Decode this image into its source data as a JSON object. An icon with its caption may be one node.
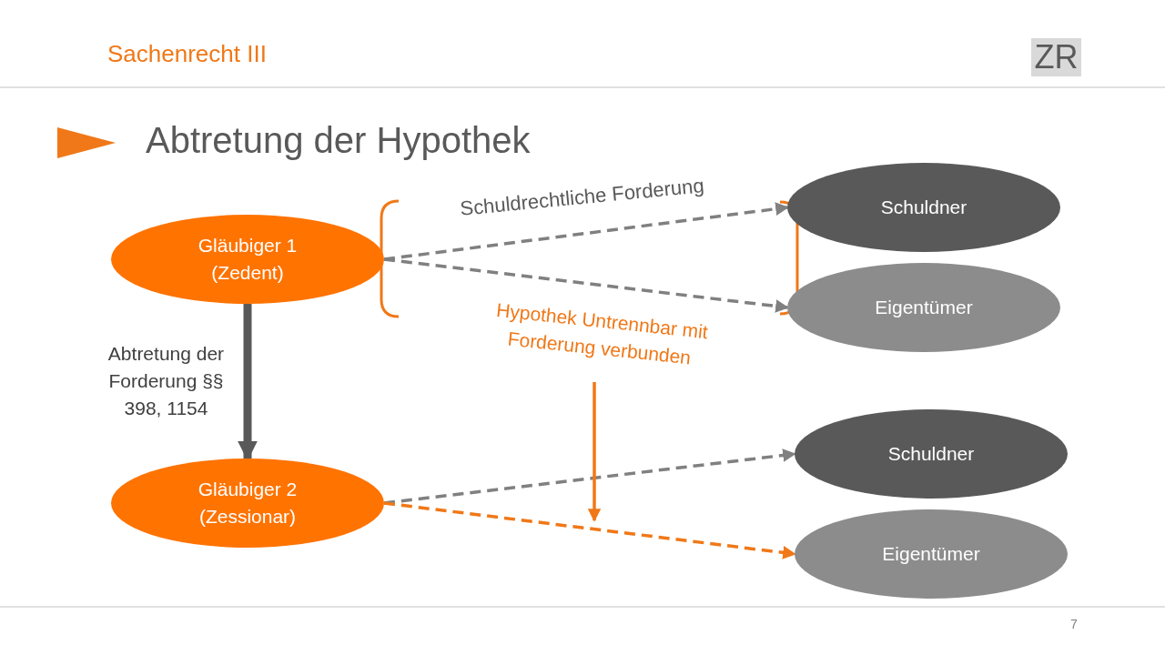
{
  "diagram": {
    "title": "Abtretung der Hypothek",
    "nodes": [
      {
        "text": [
          "Gläubiger 1 (Zedent)"
        ]
      },
      {
        "text": [
          "Schuldner"
        ]
      },
      {
        "text": [
          "Eigentümer"
        ]
      },
      {
        "text": [
          "Gläubiger 2 (Zessionar)"
        ]
      },
      {
        "text": [
          "Schuldner"
        ]
      },
      {
        "text": [
          "Eigentümer"
        ]
      },
      {
        "text": [
          "Hypothek Untrennbar mit Forderung verbunden"
        ]
      }
    ],
    "edges": [
      {
        "from": 0,
        "to": 1,
        "arrow": "to",
        "style": "dashed",
        "label": "Schuldrechtliche Forderung"
      },
      {
        "from": 0,
        "to": 2,
        "arrow": "to",
        "style": "dashed"
      },
      {
        "from": 0,
        "to": 3,
        "arrow": "to",
        "style": "thick",
        "color": "#595959",
        "label": "Abtretung der Forderung §§ 398, 1154"
      },
      {
        "from": 3,
        "to": 4,
        "arrow": "to",
        "style": "dashed"
      },
      {
        "from": 3,
        "to": 5,
        "arrow": "to",
        "style": "dashed",
        "color": "#f07818"
      },
      {
        "from": 6,
        "to": null,
        "arrow": "to",
        "color": "#f07818"
      }
    ],
    "labels": [
      "Sachenrecht III",
      "ZR",
      "7"
    ]
  }
}
